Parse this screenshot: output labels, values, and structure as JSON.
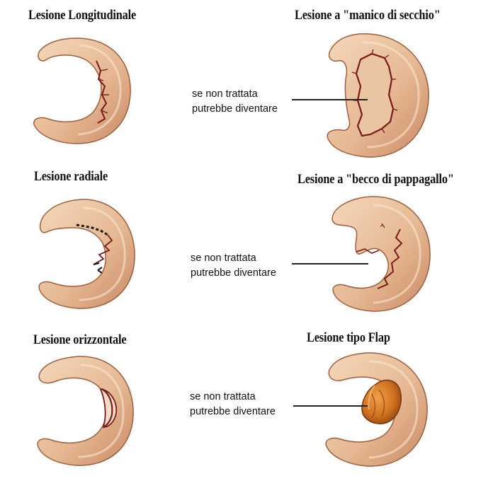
{
  "panels": [
    {
      "title": "Lesione Longitudinale"
    },
    {
      "title": "Lesione a \"manico di secchio\""
    },
    {
      "title": "Lesione radiale"
    },
    {
      "title": "Lesione a \"becco di pappagallo\""
    },
    {
      "title": "Lesione orizzontale"
    },
    {
      "title": "Lesione tipo Flap"
    }
  ],
  "captions": [
    {
      "line1": "se non trattata",
      "line2": "putrebbe diventare"
    },
    {
      "line1": "se non trattata",
      "line2": "putrebbe diventare"
    },
    {
      "line1": "se non trattata",
      "line2": "putrebbe diventare"
    }
  ],
  "colors": {
    "meniscus_fill": "#e9c09a",
    "meniscus_shade": "#c98d66",
    "meniscus_outline": "#9c5f3d",
    "tear": "#7a1a1a",
    "flap": "#c7641e"
  }
}
